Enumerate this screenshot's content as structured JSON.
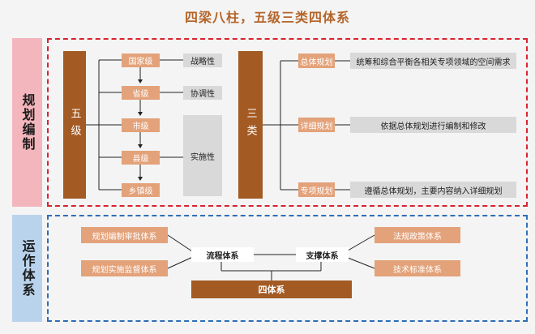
{
  "title": "四梁八柱，五级三类四体系",
  "planning": {
    "side_label": "规划编制",
    "five_label": "五级",
    "levels": [
      "国家级",
      "省级",
      "市级",
      "县级",
      "乡镇级"
    ],
    "properties": [
      "战略性",
      "协调性",
      "实施性"
    ],
    "three_label": "三类",
    "types": [
      {
        "name": "总体规划",
        "desc": "统筹和综合平衡各相关专项领域的空间需求"
      },
      {
        "name": "详细规划",
        "desc": "依据总体规划进行编制和修改"
      },
      {
        "name": "专项规划",
        "desc": "遵循总体规划，主要内容纳入详细规划"
      }
    ]
  },
  "operation": {
    "side_label": "运作体系",
    "left_systems": [
      "规划编制审批体系",
      "规划实施监督体系"
    ],
    "flow": "流程体系",
    "support": "支撑体系",
    "right_systems": [
      "法规政策体系",
      "技术标准体系"
    ],
    "four": "四体系"
  },
  "colors": {
    "brown": "#a35a23",
    "tan": "#e3a27a",
    "red_frame": "#d9232e",
    "blue_frame": "#2f6fb6"
  }
}
